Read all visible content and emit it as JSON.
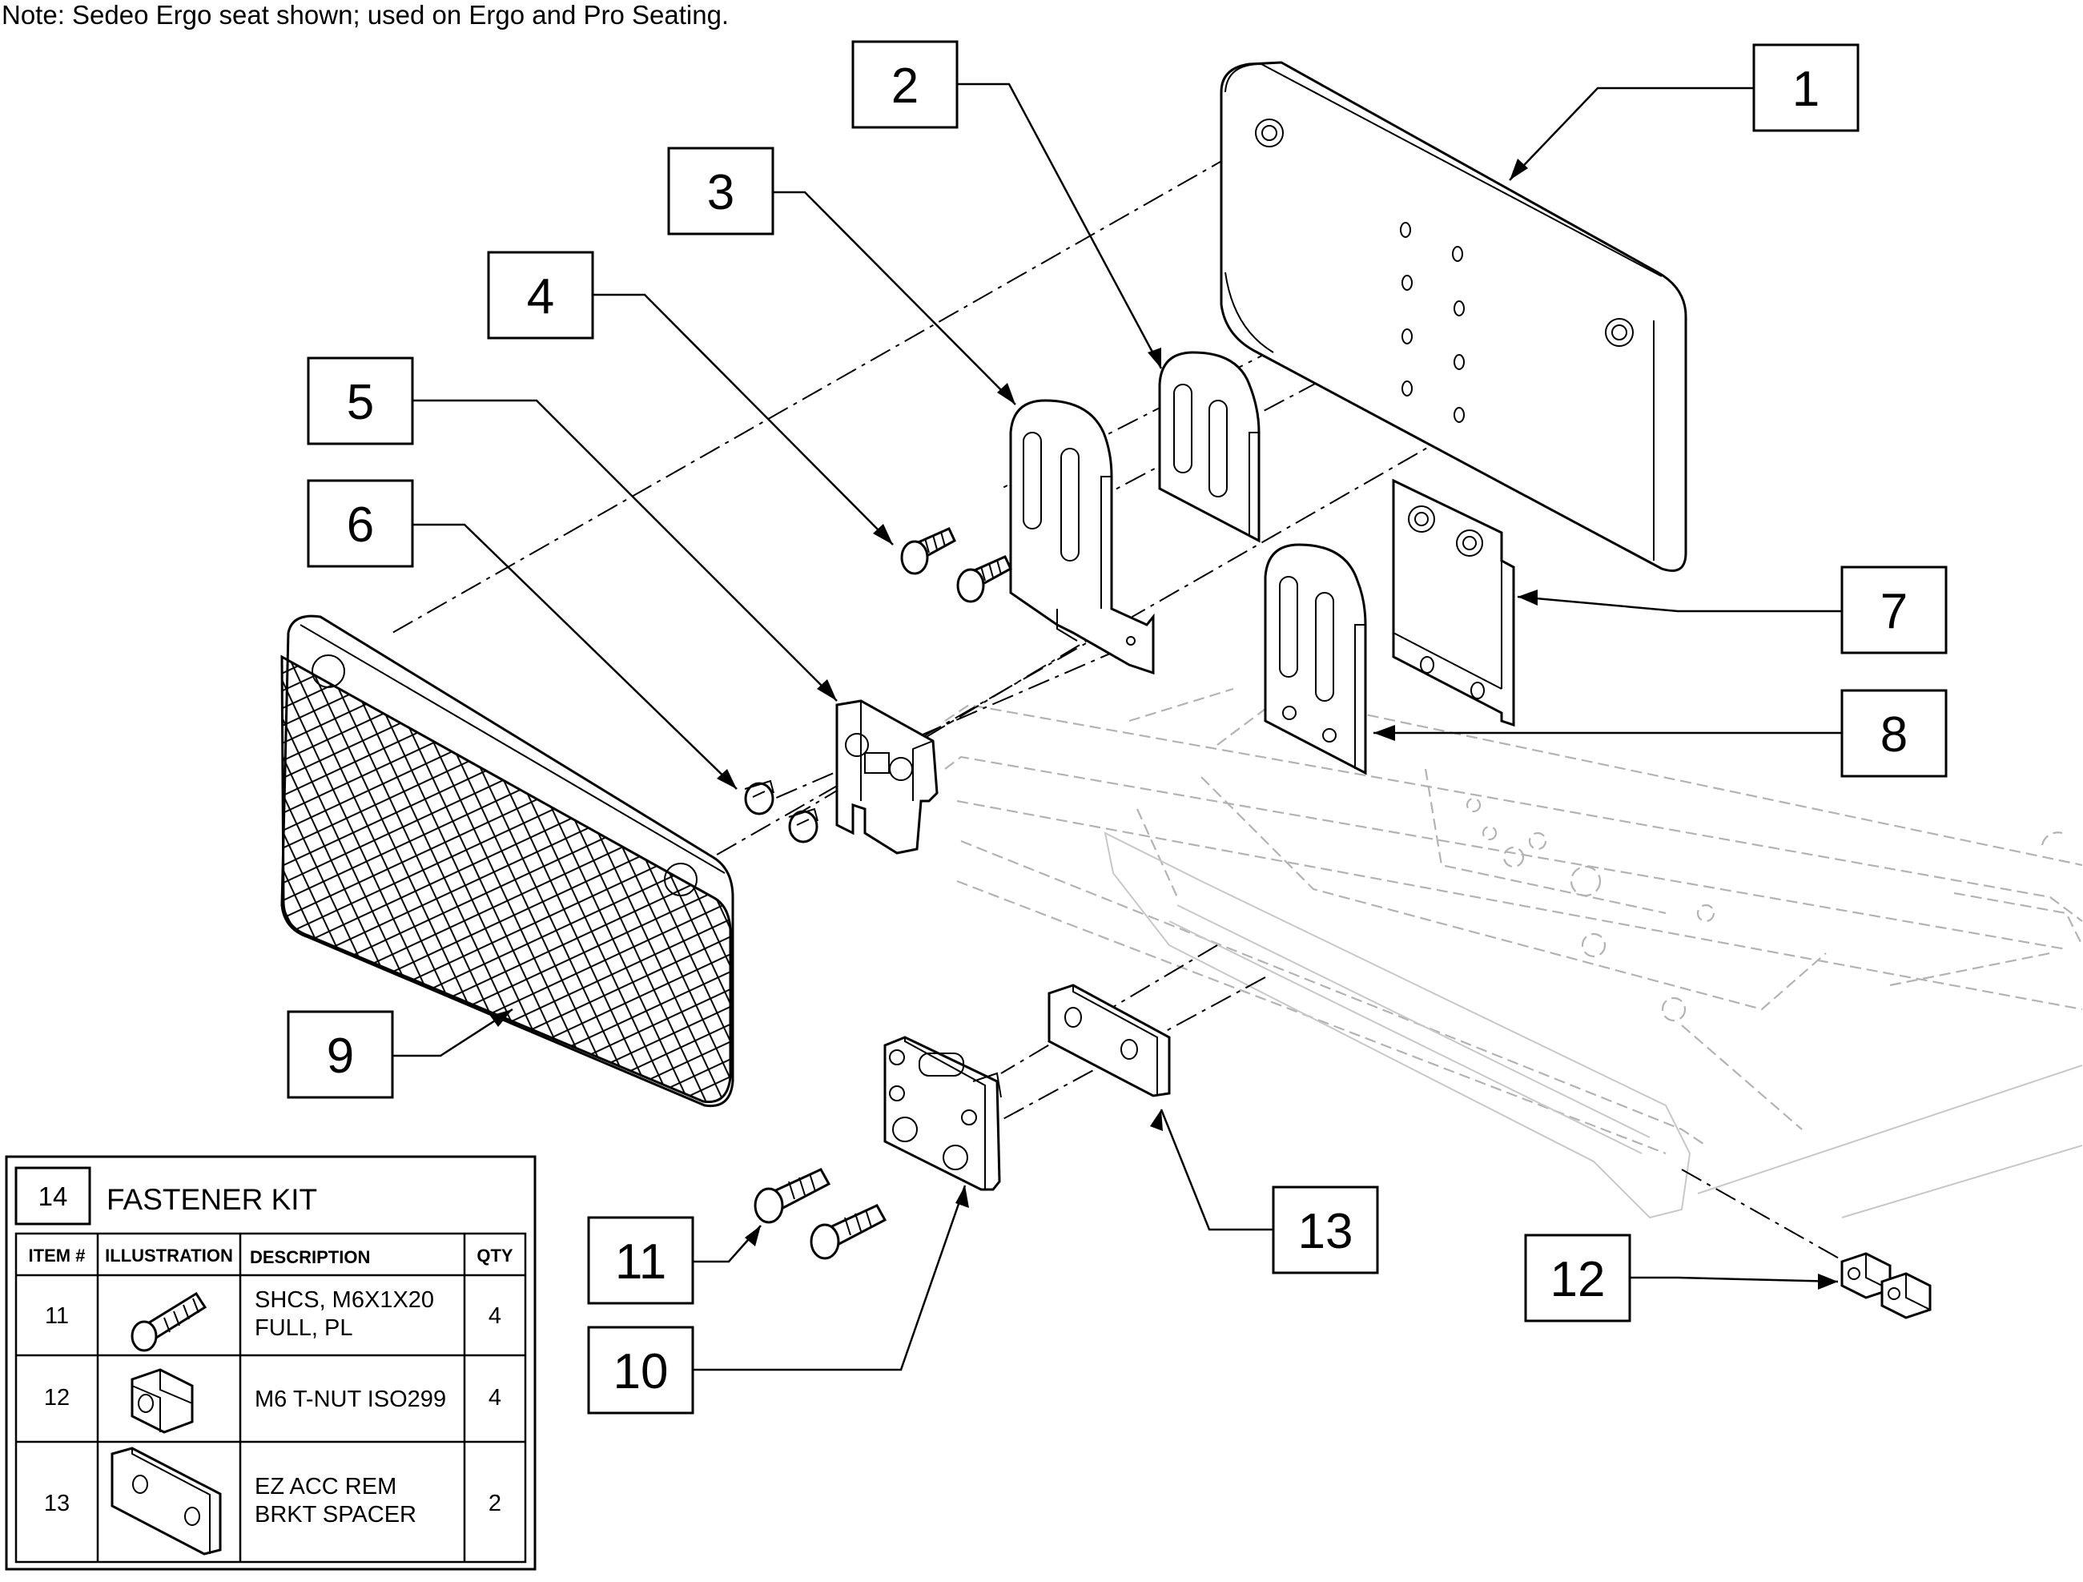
{
  "note": "Note: Sedeo Ergo seat shown; used on Ergo and Pro Seating.",
  "callouts": [
    "1",
    "2",
    "3",
    "4",
    "5",
    "6",
    "7",
    "8",
    "9",
    "10",
    "11",
    "12",
    "13"
  ],
  "fastener_kit": {
    "item_number": "14",
    "title": "FASTENER KIT",
    "headers": {
      "item": "ITEM #",
      "illustration": "ILLUSTRATION",
      "description": "DESCRIPTION",
      "qty": "QTY"
    },
    "rows": [
      {
        "item": "11",
        "description_line1": "SHCS, M6X1X20",
        "description_line2": "FULL, PL",
        "qty": "4",
        "illustration": "socket-head-cap-screw"
      },
      {
        "item": "12",
        "description_line1": "M6 T-NUT ISO299",
        "description_line2": "",
        "qty": "4",
        "illustration": "t-nut"
      },
      {
        "item": "13",
        "description_line1": "EZ ACC REM",
        "description_line2": "BRKT SPACER",
        "qty": "2",
        "illustration": "spacer"
      }
    ]
  }
}
